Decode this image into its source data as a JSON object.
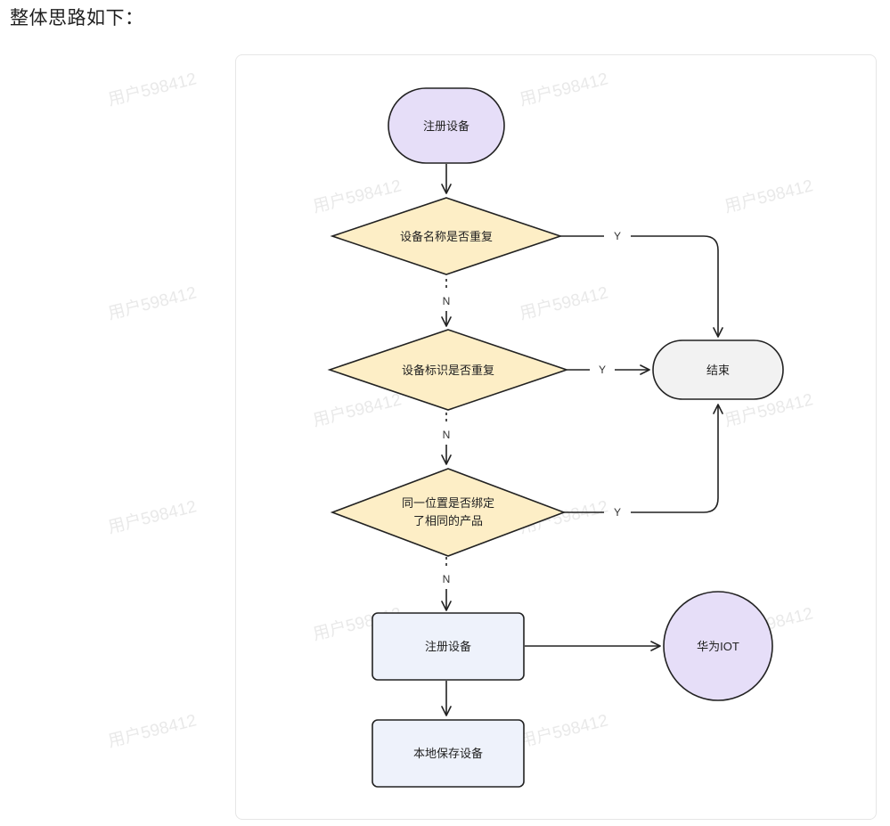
{
  "heading": "整体思路如下：",
  "watermark": "用户598412",
  "colors": {
    "terminal_fill": "#e6def8",
    "decision_fill": "#fdeec6",
    "process_fill": "#eef2fb",
    "end_fill": "#f2f2f2",
    "stroke": "#222222"
  },
  "nodes": {
    "start": "注册设备",
    "check_name": "设备名称是否重复",
    "check_id": "设备标识是否重复",
    "check_pos_line1": "同一位置是否绑定",
    "check_pos_line2": "了相同的产品",
    "end": "结束",
    "register": "注册设备",
    "save": "本地保存设备",
    "iot": "华为IOT"
  },
  "edges": {
    "yes": "Y",
    "no": "N"
  }
}
